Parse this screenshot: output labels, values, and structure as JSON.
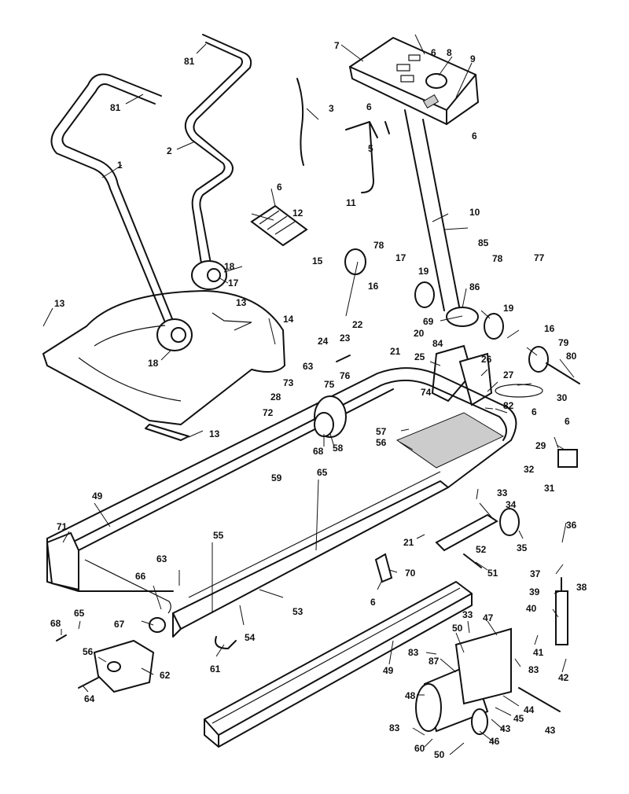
{
  "diagram": {
    "callouts": [
      {
        "id": "c1",
        "text": "81"
      },
      {
        "id": "c2",
        "text": "81"
      },
      {
        "id": "c3",
        "text": "1"
      },
      {
        "id": "c4",
        "text": "2"
      },
      {
        "id": "c5",
        "text": "3"
      },
      {
        "id": "c6",
        "text": "7"
      },
      {
        "id": "c7",
        "text": "6"
      },
      {
        "id": "c8",
        "text": "8"
      },
      {
        "id": "c9",
        "text": "9"
      },
      {
        "id": "c10",
        "text": "6"
      },
      {
        "id": "c11",
        "text": "6"
      },
      {
        "id": "c12",
        "text": "5"
      },
      {
        "id": "c13",
        "text": "6"
      },
      {
        "id": "c14",
        "text": "12"
      },
      {
        "id": "c15",
        "text": "11"
      },
      {
        "id": "c16",
        "text": "10"
      },
      {
        "id": "c17",
        "text": "18"
      },
      {
        "id": "c18",
        "text": "17"
      },
      {
        "id": "c19",
        "text": "15"
      },
      {
        "id": "c20",
        "text": "78"
      },
      {
        "id": "c21",
        "text": "17"
      },
      {
        "id": "c22",
        "text": "16"
      },
      {
        "id": "c23",
        "text": "19"
      },
      {
        "id": "c24",
        "text": "85"
      },
      {
        "id": "c25",
        "text": "78"
      },
      {
        "id": "c26",
        "text": "77"
      },
      {
        "id": "c27",
        "text": "86"
      },
      {
        "id": "c28",
        "text": "13"
      },
      {
        "id": "c29",
        "text": "13"
      },
      {
        "id": "c30",
        "text": "14"
      },
      {
        "id": "c31",
        "text": "18"
      },
      {
        "id": "c32",
        "text": "22"
      },
      {
        "id": "c33",
        "text": "23"
      },
      {
        "id": "c34",
        "text": "21"
      },
      {
        "id": "c35",
        "text": "69"
      },
      {
        "id": "c36",
        "text": "19"
      },
      {
        "id": "c37",
        "text": "20"
      },
      {
        "id": "c38",
        "text": "84"
      },
      {
        "id": "c39",
        "text": "16"
      },
      {
        "id": "c40",
        "text": "79"
      },
      {
        "id": "c41",
        "text": "80"
      },
      {
        "id": "c42",
        "text": "24"
      },
      {
        "id": "c43",
        "text": "25"
      },
      {
        "id": "c44",
        "text": "26"
      },
      {
        "id": "c45",
        "text": "27"
      },
      {
        "id": "c46",
        "text": "30"
      },
      {
        "id": "c47",
        "text": "63"
      },
      {
        "id": "c48",
        "text": "73"
      },
      {
        "id": "c49",
        "text": "75"
      },
      {
        "id": "c50",
        "text": "76"
      },
      {
        "id": "c51",
        "text": "74"
      },
      {
        "id": "c52",
        "text": "28"
      },
      {
        "id": "c53",
        "text": "72"
      },
      {
        "id": "c54",
        "text": "82"
      },
      {
        "id": "c55",
        "text": "6"
      },
      {
        "id": "c56",
        "text": "13"
      },
      {
        "id": "c57",
        "text": "57"
      },
      {
        "id": "c58",
        "text": "56"
      },
      {
        "id": "c59",
        "text": "68"
      },
      {
        "id": "c60",
        "text": "58"
      },
      {
        "id": "c61",
        "text": "6"
      },
      {
        "id": "c62",
        "text": "29"
      },
      {
        "id": "c63",
        "text": "59"
      },
      {
        "id": "c64",
        "text": "65"
      },
      {
        "id": "c65",
        "text": "32"
      },
      {
        "id": "c66",
        "text": "49"
      },
      {
        "id": "c67",
        "text": "33"
      },
      {
        "id": "c68",
        "text": "31"
      },
      {
        "id": "c69",
        "text": "34"
      },
      {
        "id": "c70",
        "text": "36"
      },
      {
        "id": "c71",
        "text": "71"
      },
      {
        "id": "c72",
        "text": "55"
      },
      {
        "id": "c73",
        "text": "21"
      },
      {
        "id": "c74",
        "text": "52"
      },
      {
        "id": "c75",
        "text": "35"
      },
      {
        "id": "c76",
        "text": "51"
      },
      {
        "id": "c77",
        "text": "37"
      },
      {
        "id": "c78",
        "text": "38"
      },
      {
        "id": "c79",
        "text": "63"
      },
      {
        "id": "c80",
        "text": "66"
      },
      {
        "id": "c81",
        "text": "70"
      },
      {
        "id": "c82",
        "text": "39"
      },
      {
        "id": "c83",
        "text": "40"
      },
      {
        "id": "c84",
        "text": "53"
      },
      {
        "id": "c85",
        "text": "6"
      },
      {
        "id": "c86",
        "text": "54"
      },
      {
        "id": "c87",
        "text": "67"
      },
      {
        "id": "c88",
        "text": "68"
      },
      {
        "id": "c89",
        "text": "65"
      },
      {
        "id": "c90",
        "text": "33"
      },
      {
        "id": "c91",
        "text": "47"
      },
      {
        "id": "c92",
        "text": "41"
      },
      {
        "id": "c93",
        "text": "50"
      },
      {
        "id": "c94",
        "text": "56"
      },
      {
        "id": "c95",
        "text": "62"
      },
      {
        "id": "c96",
        "text": "61"
      },
      {
        "id": "c97",
        "text": "49"
      },
      {
        "id": "c98",
        "text": "83"
      },
      {
        "id": "c99",
        "text": "87"
      },
      {
        "id": "c100",
        "text": "83"
      },
      {
        "id": "c101",
        "text": "42"
      },
      {
        "id": "c102",
        "text": "64"
      },
      {
        "id": "c103",
        "text": "48"
      },
      {
        "id": "c104",
        "text": "44"
      },
      {
        "id": "c105",
        "text": "45"
      },
      {
        "id": "c106",
        "text": "43"
      },
      {
        "id": "c107",
        "text": "43"
      },
      {
        "id": "c108",
        "text": "83"
      },
      {
        "id": "c109",
        "text": "46"
      },
      {
        "id": "c110",
        "text": "60"
      },
      {
        "id": "c111",
        "text": "50"
      }
    ]
  }
}
